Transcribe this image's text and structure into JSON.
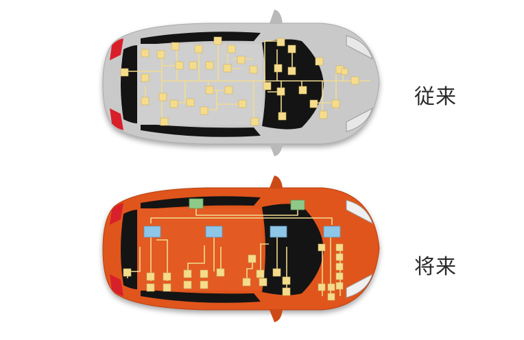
{
  "labels": {
    "before": "従来",
    "after": "将来"
  },
  "colors": {
    "car_before": "#c7c7c7",
    "car_after": "#e0541c",
    "ecu": "#f5dc8c",
    "wire": "#f2dc92",
    "gateway": "#8fc98a",
    "domain_controller": "#8ec6e8",
    "window": "#141414"
  },
  "icons": {
    "ecu": "square",
    "gateway": "green-rect",
    "domain_controller": "blue-rect"
  }
}
